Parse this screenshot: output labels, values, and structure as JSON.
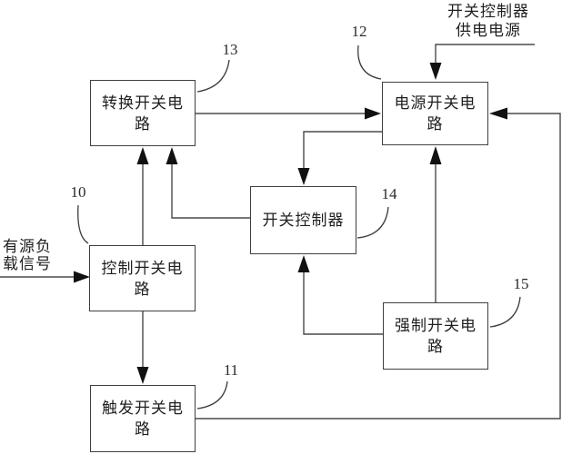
{
  "palette": {
    "line": "#4a4a4a",
    "arrowhead": "#111111",
    "text": "#1f1f1f",
    "background": "#ffffff",
    "border": "#3f3f3f"
  },
  "blocks": [
    {
      "name": "transfer-switch-circuit",
      "lines": [
        "转换开关电",
        "路"
      ],
      "ref": "13"
    },
    {
      "name": "power-switch-circuit",
      "lines": [
        "电源开关电",
        "路"
      ],
      "ref": "12"
    },
    {
      "name": "switch-controller",
      "lines": [
        "开关控制器"
      ],
      "ref": "14"
    },
    {
      "name": "control-switch-circuit",
      "lines": [
        "控制开关电",
        "路"
      ],
      "ref": "10"
    },
    {
      "name": "forced-switch-circuit",
      "lines": [
        "强制开关电",
        "路"
      ],
      "ref": "15"
    },
    {
      "name": "trigger-switch-circuit",
      "lines": [
        "触发开关电",
        "路"
      ],
      "ref": "11"
    }
  ],
  "external_labels": [
    {
      "name": "switch-controller-supply",
      "lines": [
        "开关控制器",
        "供电电源"
      ]
    },
    {
      "name": "active-load-signal",
      "lines": [
        "有源负",
        "载信号"
      ]
    }
  ],
  "refs": [
    "10",
    "11",
    "12",
    "13",
    "14",
    "15"
  ],
  "connections": [
    {
      "from": "switch-controller-supply-input",
      "to": "power-switch-circuit"
    },
    {
      "from": "transfer-switch-circuit",
      "to": "power-switch-circuit"
    },
    {
      "from": "trigger-switch-circuit",
      "to": "power-switch-circuit"
    },
    {
      "from": "forced-switch-circuit",
      "to": "power-switch-circuit"
    },
    {
      "from": "power-switch-circuit",
      "to": "switch-controller"
    },
    {
      "from": "forced-switch-circuit",
      "to": "switch-controller"
    },
    {
      "from": "switch-controller",
      "to": "transfer-switch-circuit"
    },
    {
      "from": "control-switch-circuit",
      "to": "transfer-switch-circuit"
    },
    {
      "from": "control-switch-circuit",
      "to": "trigger-switch-circuit"
    },
    {
      "from": "active-load-signal-input",
      "to": "control-switch-circuit"
    }
  ]
}
